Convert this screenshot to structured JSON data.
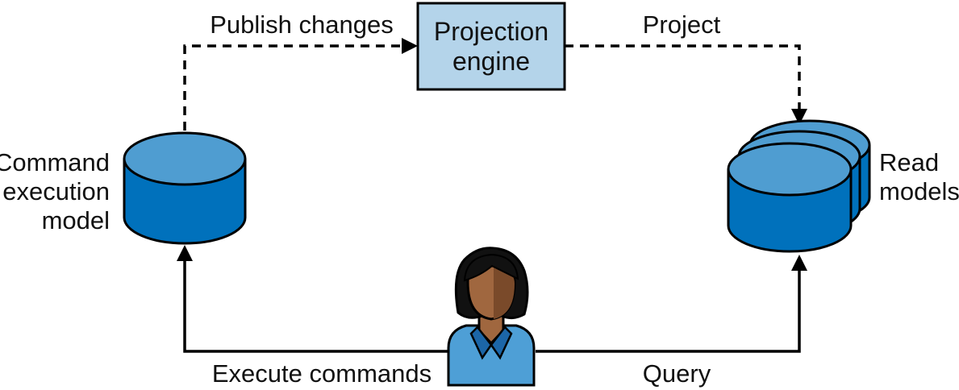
{
  "nodes": {
    "projection_engine": {
      "lines": [
        "Projection",
        "engine"
      ]
    },
    "command_model": {
      "lines": [
        "Command",
        "execution",
        "model"
      ]
    },
    "read_models": {
      "lines": [
        "Read",
        "models"
      ]
    }
  },
  "edges": {
    "publish_changes": "Publish changes",
    "project": "Project",
    "execute_commands": "Execute commands",
    "query": "Query"
  },
  "colors": {
    "box_fill": "#b4d4ea",
    "db_side": "#0071bc",
    "db_top": "#4f9dd1",
    "stroke": "#000000",
    "skin": "#a0673f",
    "skin_shadow": "#7a4a2a",
    "hair": "#111111",
    "shirt": "#4e9fd6",
    "collar": "#1c66a8"
  },
  "icons": [
    "database-icon",
    "database-stack-icon",
    "user-icon"
  ]
}
